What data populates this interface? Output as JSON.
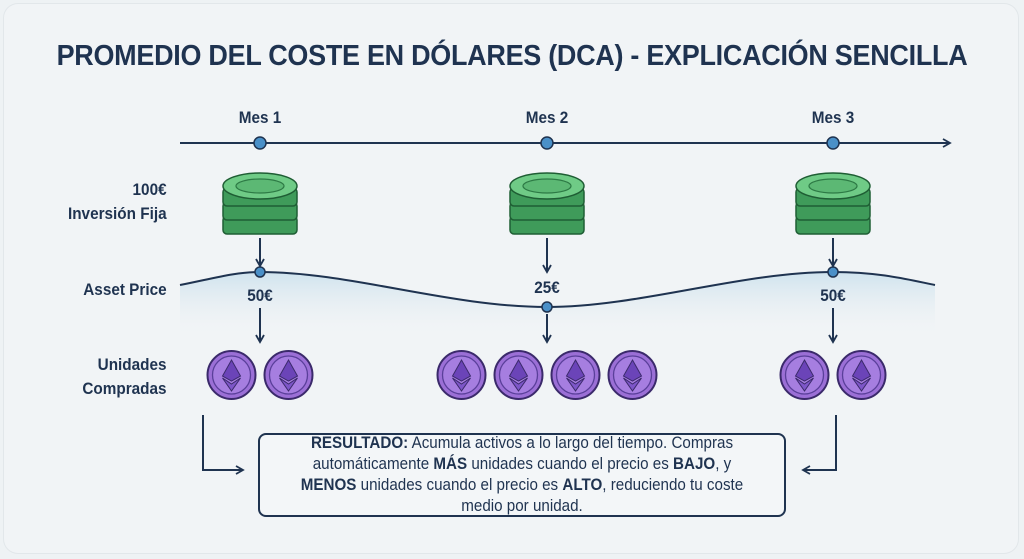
{
  "title": "PROMEDIO DEL COSTE EN DÓLARES (DCA) - EXPLICACIÓN SENCILLA",
  "months": [
    {
      "label": "Mes 1",
      "price": "50€",
      "units": 2
    },
    {
      "label": "Mes 2",
      "price": "25€",
      "units": 4
    },
    {
      "label": "Mes 3",
      "price": "50€",
      "units": 2
    }
  ],
  "row_labels": {
    "investment_amount": "100€",
    "investment_label": "Inversión Fija",
    "asset_price": "Asset Price",
    "units_line1": "Unidades",
    "units_line2": "Compradas"
  },
  "result": {
    "heading": "RESULTADO:",
    "t1": " Acumula activos a lo largo del tiempo. Compras automáticamente ",
    "b1": "MÁS",
    "t2": " unidades cuando el precio es ",
    "b2": "BAJO",
    "t3": ", y ",
    "b3": "MENOS",
    "t4": " unidades cuando el precio es ",
    "b4": "ALTO",
    "t5": ", reduciendo tu coste medio por unidad."
  },
  "colors": {
    "navy": "#1f3350",
    "dot": "#4a90c8",
    "green": "#4caf68",
    "purple": "#9b6fd6"
  }
}
